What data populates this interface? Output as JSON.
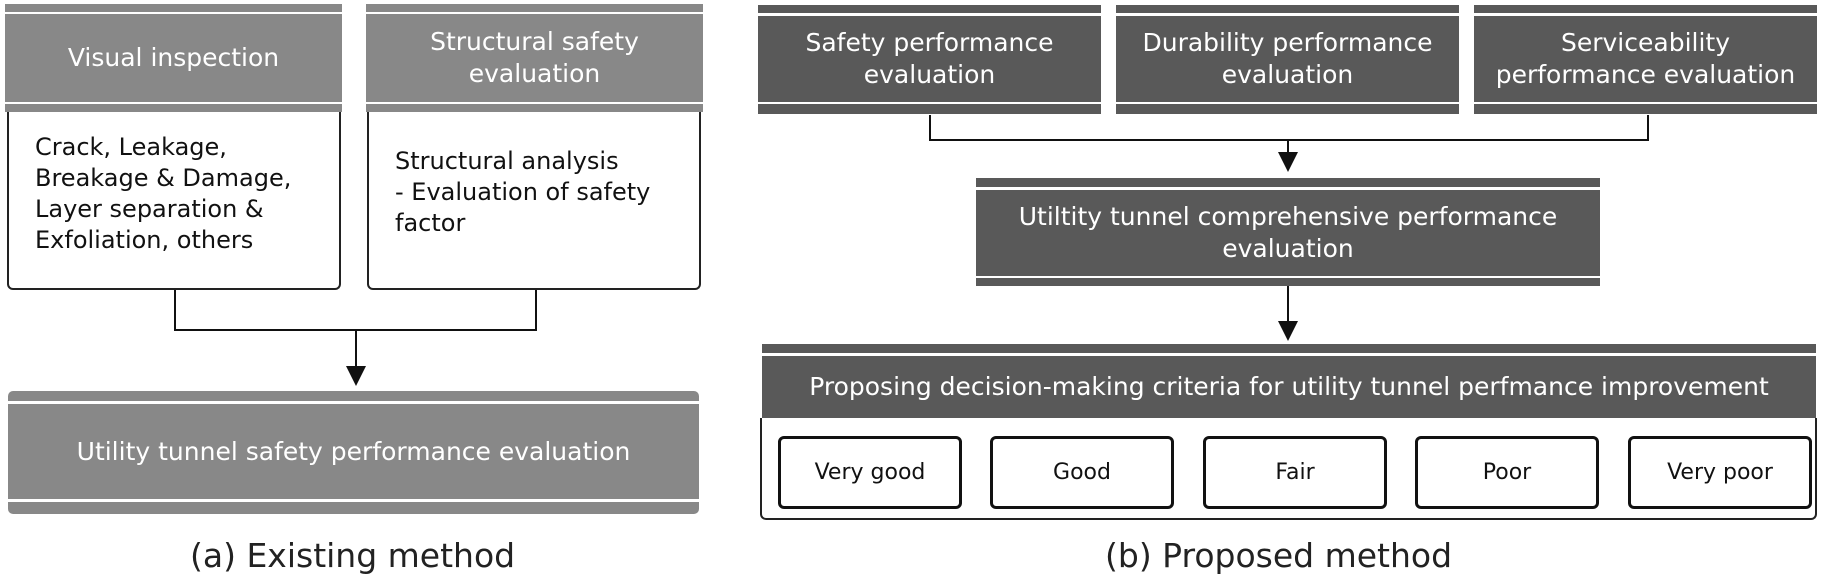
{
  "existing": {
    "headers": [
      "Visual inspection",
      "Structural safety\nevaluation"
    ],
    "visual_details": "Crack, Leakage,\nBreakage & Damage,\nLayer separation &\nExfoliation, others",
    "structural_details": "Structural analysis\n - Evaluation of safety\n   factor",
    "result": "Utility tunnel safety performance evaluation",
    "caption": "(a) Existing method"
  },
  "proposed": {
    "headers": [
      "Safety performance\nevaluation",
      "Durability performance\nevaluation",
      "Serviceability\nperformance evaluation"
    ],
    "comprehensive": "Utiltity tunnel comprehensive performance\nevaluation",
    "criteria": "Proposing decision-making criteria for utility tunnel perfmance improvement",
    "ratings": [
      "Very good",
      "Good",
      "Fair",
      "Poor",
      "Very poor"
    ],
    "caption": "(b) Proposed method"
  },
  "colors": {
    "light_box": "#888888",
    "dark_box": "#595959",
    "text_on_box": "#ffffff"
  }
}
